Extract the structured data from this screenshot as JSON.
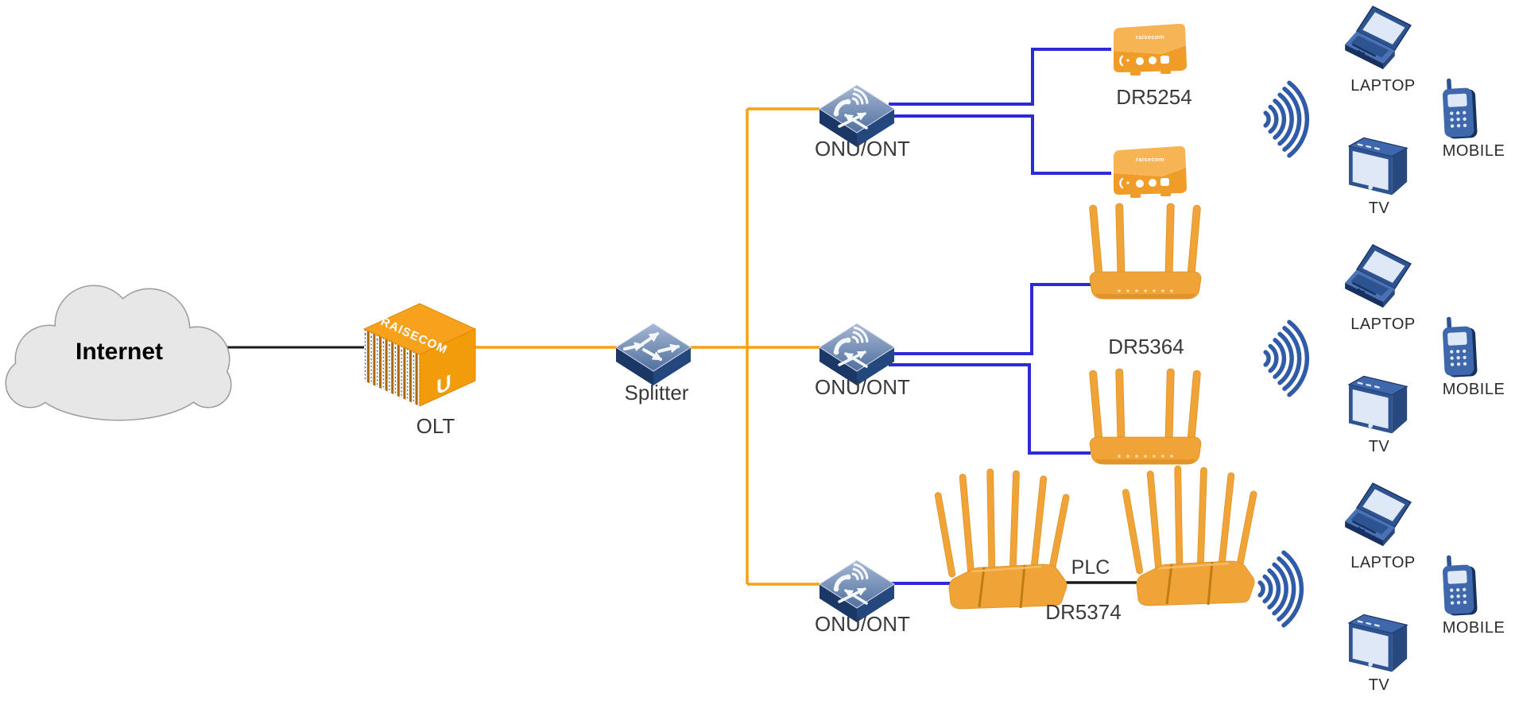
{
  "diagram": {
    "title": "FTTH GPON network topology",
    "internet": {
      "label": "Internet"
    },
    "olt": {
      "label": "OLT",
      "brand": "RAISECOM",
      "logo_letter": "U"
    },
    "splitter": {
      "label": "Splitter"
    },
    "rows": [
      {
        "onu_label": "ONU/ONT",
        "cpe_model": "DR5254"
      },
      {
        "onu_label": "ONU/ONT",
        "cpe_model": "DR5364"
      },
      {
        "onu_label": "ONU/ONT",
        "cpe_model": "DR5374",
        "link_label": "PLC"
      }
    ],
    "dr5254_brand": "raisecom",
    "device_groups": [
      {
        "laptop": "LAPTOP",
        "mobile": "MOBILE",
        "tv": "TV"
      },
      {
        "laptop": "LAPTOP",
        "mobile": "MOBILE",
        "tv": "TV"
      },
      {
        "laptop": "LAPTOP",
        "mobile": "MOBILE",
        "tv": "TV"
      }
    ],
    "colors": {
      "orange_device": "#F0A437",
      "orange_line": "#F5A30E",
      "blue_line": "#2E2BD6",
      "black_line": "#1a1a1a",
      "switch_top": "#7E93B8",
      "switch_side_dark": "#16325F",
      "device_blue": "#3E67AC",
      "navy": "#16305F",
      "screen_light": "#DFE8F6",
      "wifi_blue": "#2F5BA8",
      "cloud_fill": "#E7E7E7",
      "cloud_stroke": "#9C9C9C",
      "label_color": "#3a3a3a"
    }
  }
}
